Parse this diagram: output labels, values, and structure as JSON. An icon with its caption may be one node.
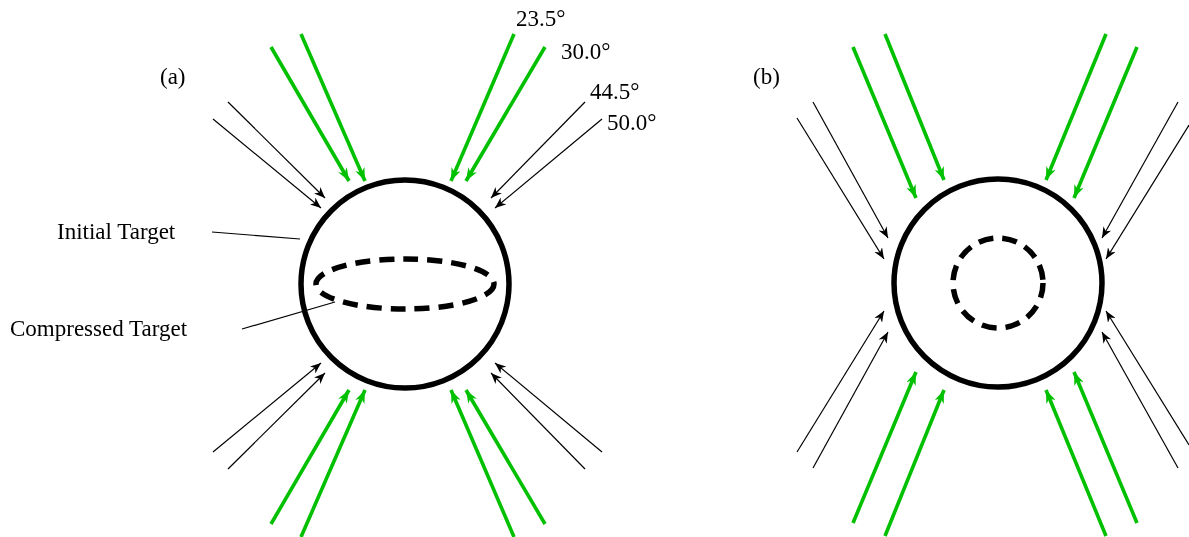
{
  "diagram": {
    "nodes": [
      {
        "text": [],
        "shape": "circle"
      },
      {
        "text": [],
        "shape": "ellipse",
        "in": 0
      },
      {
        "text": [
          "Initial Target"
        ]
      },
      {
        "text": [
          "Compressed Target"
        ]
      },
      {
        "text": [],
        "shape": "circle"
      },
      {
        "text": [],
        "shape": "circle",
        "in": 4
      },
      {
        "text": [
          "23.5°"
        ]
      },
      {
        "text": [
          "30.0°"
        ]
      },
      {
        "text": [
          "44.5°"
        ]
      },
      {
        "text": [
          "50.0°"
        ]
      }
    ],
    "edges": [
      {
        "from": 2,
        "to": 0,
        "arrow": "none"
      },
      {
        "from": 3,
        "to": 1,
        "arrow": "none"
      },
      {
        "from": null,
        "to": 0,
        "arrow": "to",
        "style": "thick",
        "color": "#00c000"
      },
      {
        "from": null,
        "to": 0,
        "arrow": "to",
        "style": "thick",
        "color": "#00c000"
      },
      {
        "from": null,
        "to": 0,
        "arrow": "to"
      },
      {
        "from": null,
        "to": 0,
        "arrow": "to"
      },
      {
        "from": 6,
        "to": 0,
        "arrow": "to",
        "style": "thick",
        "color": "#00c000"
      },
      {
        "from": 7,
        "to": 0,
        "arrow": "to",
        "style": "thick",
        "color": "#00c000"
      },
      {
        "from": 8,
        "to": 0,
        "arrow": "to"
      },
      {
        "from": 9,
        "to": 0,
        "arrow": "to"
      },
      {
        "from": null,
        "to": 0,
        "arrow": "to",
        "style": "thick",
        "color": "#00c000"
      },
      {
        "from": null,
        "to": 0,
        "arrow": "to",
        "style": "thick",
        "color": "#00c000"
      },
      {
        "from": null,
        "to": 0,
        "arrow": "to"
      },
      {
        "from": null,
        "to": 0,
        "arrow": "to"
      },
      {
        "from": null,
        "to": 0,
        "arrow": "to",
        "style": "thick",
        "color": "#00c000"
      },
      {
        "from": null,
        "to": 0,
        "arrow": "to",
        "style": "thick",
        "color": "#00c000"
      },
      {
        "from": null,
        "to": 0,
        "arrow": "to"
      },
      {
        "from": null,
        "to": 0,
        "arrow": "to"
      },
      {
        "from": null,
        "to": 4,
        "arrow": "to",
        "style": "thick",
        "color": "#00c000"
      },
      {
        "from": null,
        "to": 4,
        "arrow": "to",
        "style": "thick",
        "color": "#00c000"
      },
      {
        "from": null,
        "to": 4,
        "arrow": "to"
      },
      {
        "from": null,
        "to": 4,
        "arrow": "to"
      },
      {
        "from": null,
        "to": 4,
        "arrow": "to",
        "style": "thick",
        "color": "#00c000"
      },
      {
        "from": null,
        "to": 4,
        "arrow": "to",
        "style": "thick",
        "color": "#00c000"
      },
      {
        "from": null,
        "to": 4,
        "arrow": "to"
      },
      {
        "from": null,
        "to": 4,
        "arrow": "to"
      },
      {
        "from": null,
        "to": 4,
        "arrow": "to",
        "style": "thick",
        "color": "#00c000"
      },
      {
        "from": null,
        "to": 4,
        "arrow": "to",
        "style": "thick",
        "color": "#00c000"
      },
      {
        "from": null,
        "to": 4,
        "arrow": "to"
      },
      {
        "from": null,
        "to": 4,
        "arrow": "to"
      },
      {
        "from": null,
        "to": 4,
        "arrow": "to",
        "style": "thick",
        "color": "#00c000"
      },
      {
        "from": null,
        "to": 4,
        "arrow": "to",
        "style": "thick",
        "color": "#00c000"
      },
      {
        "from": null,
        "to": 4,
        "arrow": "to"
      },
      {
        "from": null,
        "to": 4,
        "arrow": "to"
      }
    ],
    "labels": [
      "(a)",
      "(b)"
    ]
  }
}
